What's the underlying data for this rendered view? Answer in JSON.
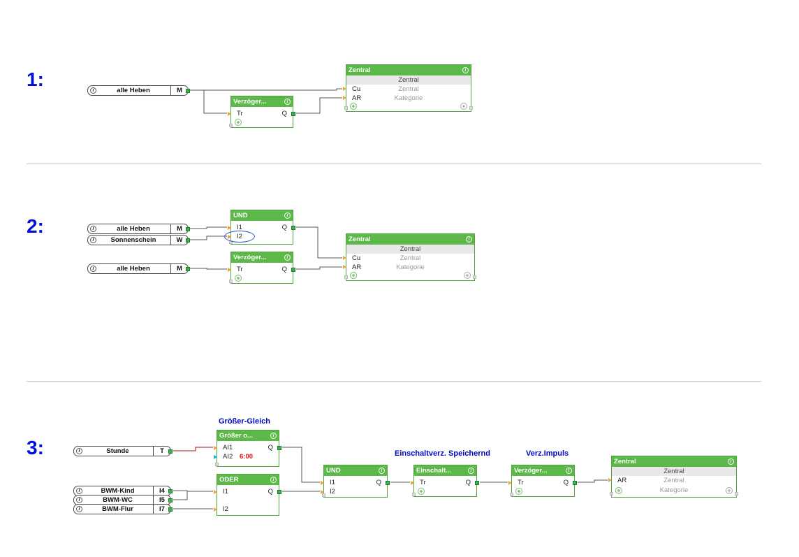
{
  "icons": {
    "info": "i",
    "plus": "+",
    "ref_info": "i"
  },
  "sections": {
    "s1": {
      "label": "1:"
    },
    "s2": {
      "label": "2:"
    },
    "s3": {
      "label": "3:"
    }
  },
  "s1": {
    "ref_alle_heben": {
      "name": "alle Heben",
      "terminal": "M"
    },
    "verz": {
      "title": "Verzöger...",
      "in1": "Tr",
      "out": "Q"
    },
    "zentral": {
      "title": "Zentral",
      "subtitle": "Zentral",
      "in1": "Cu",
      "in1_text": "Zentral",
      "in2": "AR",
      "in2_text": "Kategorie"
    }
  },
  "s2": {
    "ref_alle_heben_a": {
      "name": "alle Heben",
      "terminal": "M"
    },
    "ref_sonnenschein": {
      "name": "Sonnenschein",
      "terminal": "W"
    },
    "ref_alle_heben_b": {
      "name": "alle Heben",
      "terminal": "M"
    },
    "und": {
      "title": "UND",
      "in1": "I1",
      "in2": "I2",
      "out": "Q"
    },
    "verz": {
      "title": "Verzöger...",
      "in1": "Tr",
      "out": "Q"
    },
    "zentral": {
      "title": "Zentral",
      "subtitle": "Zentral",
      "in1": "Cu",
      "in1_text": "Zentral",
      "in2": "AR",
      "in2_text": "Kategorie"
    }
  },
  "s3": {
    "caption_groesser": "Größer-Gleich",
    "caption_einschalt": "Einschaltverz. Speichernd",
    "caption_verz": "Verz.Impuls",
    "ref_stunde": {
      "name": "Stunde",
      "terminal": "T"
    },
    "ref_bwm_kind": {
      "name": "BWM-Kind",
      "terminal": "I4"
    },
    "ref_bwm_wc": {
      "name": "BWM-WC",
      "terminal": "I5"
    },
    "ref_bwm_flur": {
      "name": "BWM-Flur",
      "terminal": "I7"
    },
    "groesser": {
      "title": "Größer o...",
      "in1": "AI1",
      "in2": "AI2",
      "param": "6:00",
      "out": "Q"
    },
    "oder": {
      "title": "ODER",
      "in1": "I1",
      "in2": "I2",
      "out": "Q"
    },
    "und": {
      "title": "UND",
      "in1": "I1",
      "in2": "I2",
      "out": "Q"
    },
    "einschalt": {
      "title": "Einschalt...",
      "in1": "Tr",
      "out": "Q"
    },
    "verz": {
      "title": "Verzöger...",
      "in1": "Tr",
      "out": "Q"
    },
    "zentral": {
      "title": "Zentral",
      "subtitle": "Zentral",
      "in1": "AR",
      "in1_text": "Zentral",
      "in2_text": "Kategorie"
    }
  },
  "colors": {
    "block_header_green": "#5cb848",
    "accent_blue": "#0010d0",
    "caption_blue": "#0008c0",
    "param_red": "#e01010",
    "connector_orange": "#f2a33c",
    "connector_green": "#3fb04a",
    "connector_cyan": "#14b4c8",
    "wire_gray": "#555555",
    "wire_red": "#a01010"
  }
}
